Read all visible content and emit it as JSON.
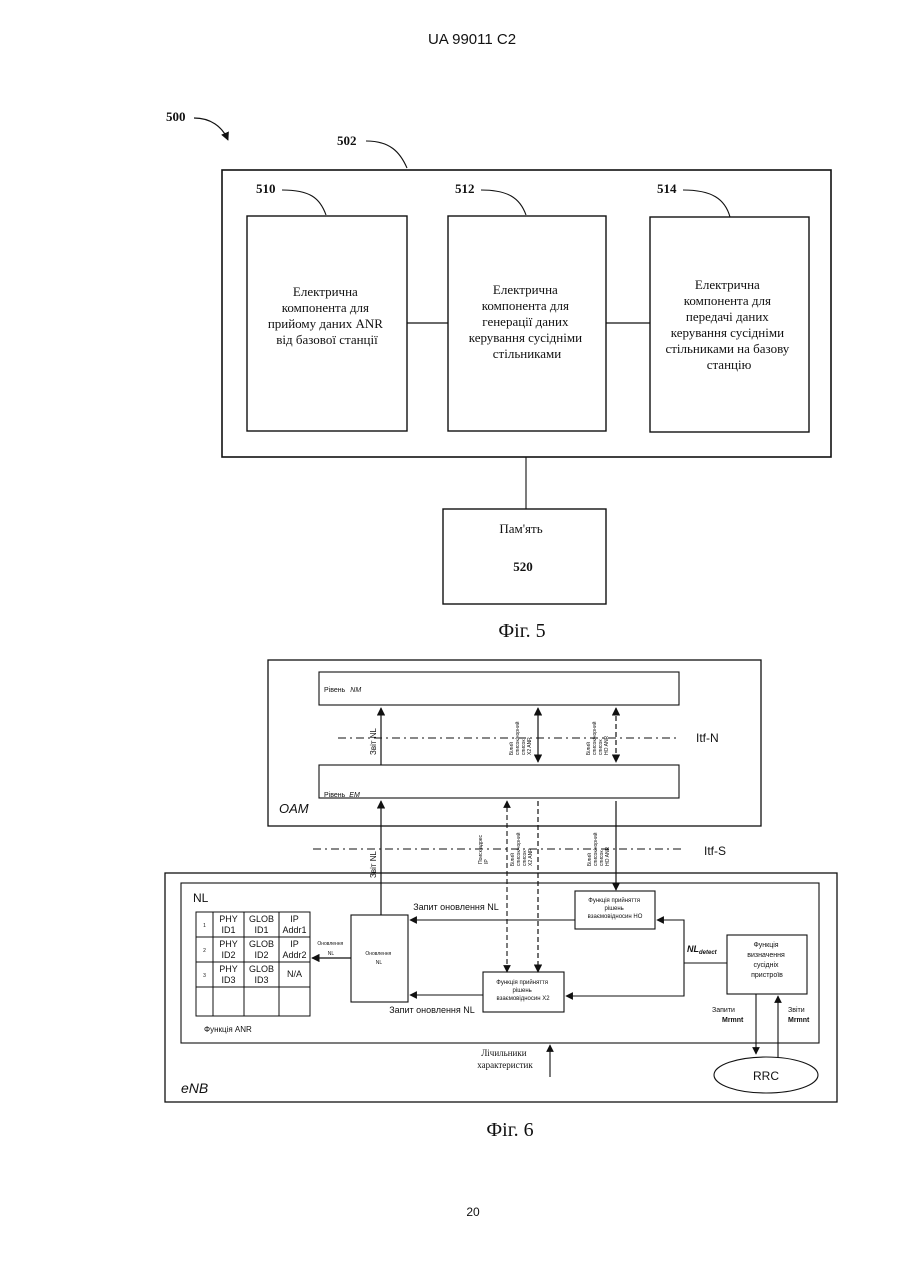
{
  "header": {
    "patent_number": "UA   99011   C2"
  },
  "fig5": {
    "ref_500": "500",
    "ref_502": "502",
    "ref_510": "510",
    "ref_512": "512",
    "ref_514": "514",
    "box_510_lines": [
      "Електрична",
      "компонента для",
      "прийому даних ANR",
      "від базової станції"
    ],
    "box_512_lines": [
      "Електрична",
      "компонента для",
      "генерації даних",
      "керування сусідніми",
      "стільниками"
    ],
    "box_514_lines": [
      "Електрична",
      "компонента для",
      "передачі даних",
      "керування сусідніми",
      "стільниками на базову",
      "станцію"
    ],
    "memory_label": "Пам'ять",
    "memory_ref": "520",
    "caption": "Фіг. 5"
  },
  "fig6": {
    "oam_label": "OAM",
    "nm_level_label": "Рівень",
    "nm_level_sub": "NM",
    "em_level_label": "Рівень",
    "em_level_sub": "EM",
    "itf_n": "Itf-N",
    "itf_s": "Itf-S",
    "report_nl_top": "Звіт  NL",
    "report_nl_bottom": "Звіт  NL",
    "x2_anr_top_lines": [
      "Білий",
      "список/чорний",
      "список",
      "X2 ANR"
    ],
    "ho_anr_top_lines": [
      "Білий",
      "список/чорний",
      "список",
      "HO ANR"
    ],
    "x2_anr_bottom_lines": [
      "Білий",
      "список/чорний",
      "список",
      "X2 ANR"
    ],
    "ho_anr_bottom_lines": [
      "Білий",
      "список/чорний",
      "список",
      "HO ANR"
    ],
    "ip_address_lines": [
      "Поиск адрес",
      "IP"
    ],
    "nl_section_label": "NL",
    "nl_table": [
      [
        "1",
        "PHY ID1",
        "GLOB ID1",
        "IP Addr1"
      ],
      [
        "2",
        "PHY ID2",
        "GLOB ID2",
        "IP Addr2"
      ],
      [
        "3",
        "PHY ID3",
        "GLOB ID3",
        "N/A"
      ]
    ],
    "anr_function_label": "Функція ANR",
    "nl_update_side_lines": [
      "Оновлення",
      "NL"
    ],
    "nl_update_box_lines": [
      "Оновлення",
      "NL"
    ],
    "nl_update_request_top": "Запит оновлення NL",
    "nl_update_request_bottom": "Запит оновлення NL",
    "ho_decision_lines": [
      "Функція прийняття",
      "рішень",
      "взаємовідносин HO"
    ],
    "x2_decision_lines": [
      "Функція прийняття",
      "рішень",
      "взаємовідносин X2"
    ],
    "nl_detect": "NL",
    "nl_detect_sub": "detect",
    "neighbor_detect_lines": [
      "Функція",
      "визначення",
      "сусідніх",
      "пристроїв"
    ],
    "mrmnt_requests_lines": [
      "Запити",
      "Mrmnt"
    ],
    "mrmnt_reports_lines": [
      "Звіти",
      "Mrmnt"
    ],
    "rrc_label": "RRC",
    "counters_lines": [
      "Лічильники",
      "характеристик"
    ],
    "enb_label": "eNB",
    "caption": "Фіг. 6"
  },
  "footer": {
    "page_number": "20"
  }
}
